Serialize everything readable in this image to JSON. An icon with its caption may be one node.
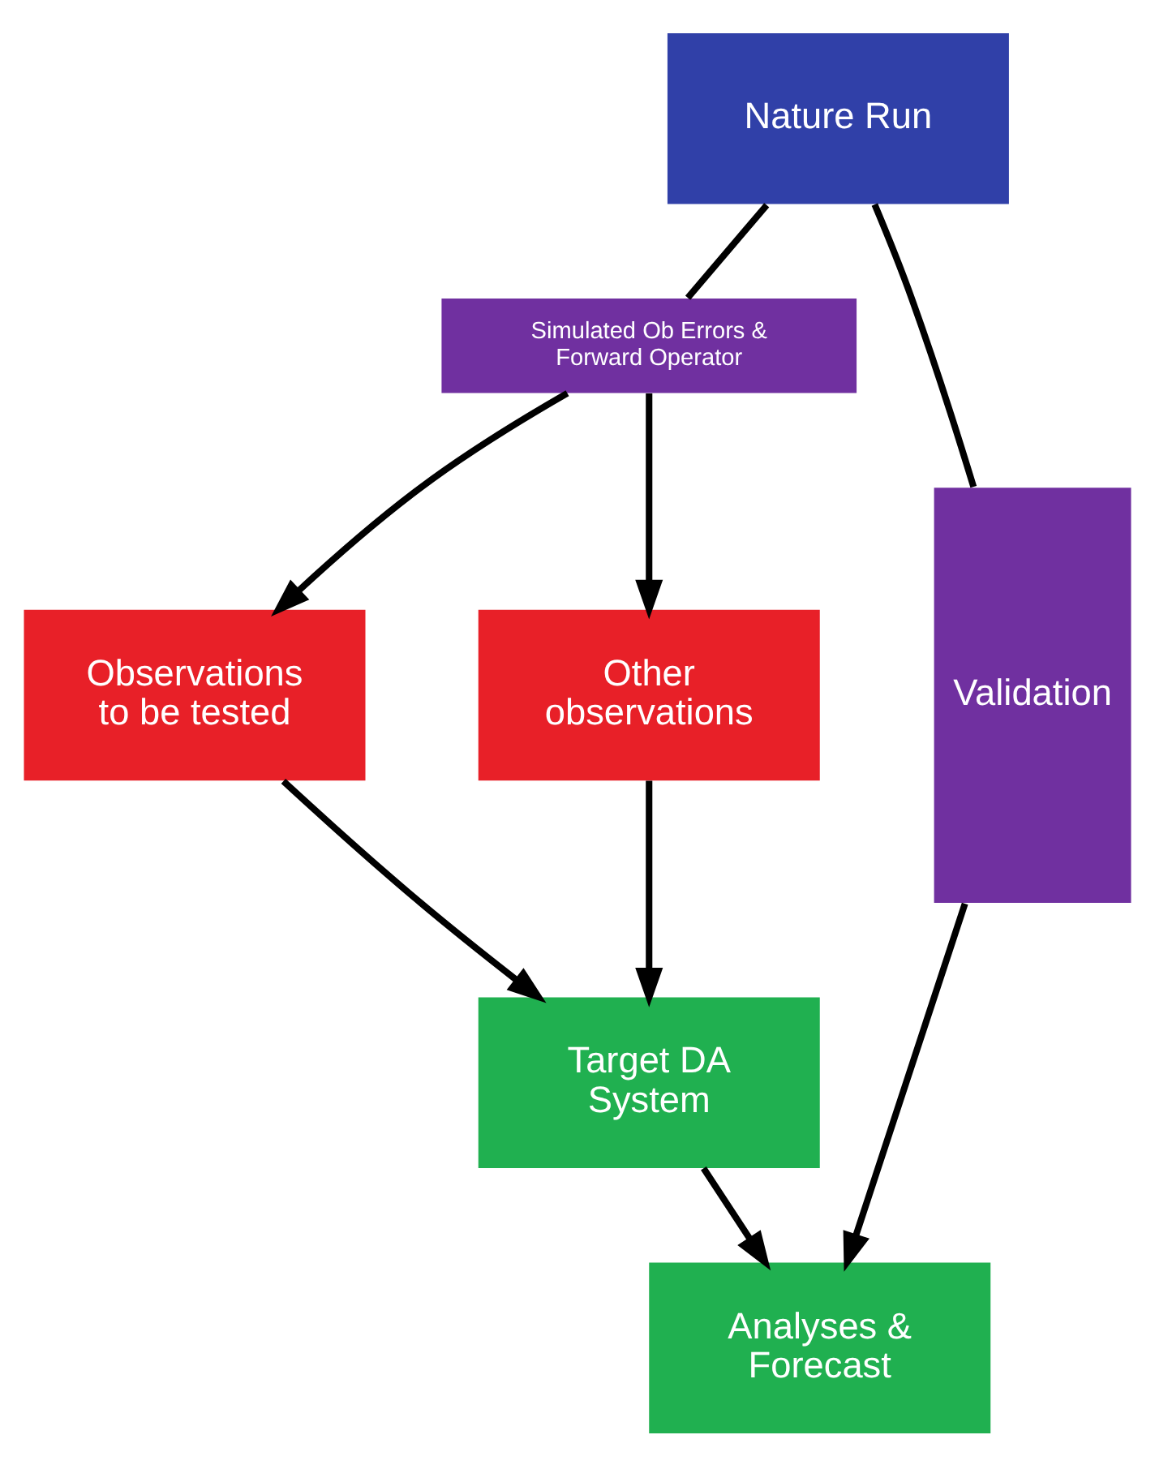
{
  "diagram": {
    "nodes": [
      {
        "text": [
          "Nature Run"
        ]
      },
      {
        "text": [
          "Simulated Ob Errors & Forward Operator"
        ]
      },
      {
        "text": [
          "Observations to be tested"
        ]
      },
      {
        "text": [
          "Other observations"
        ]
      },
      {
        "text": [
          "Target DA System"
        ]
      },
      {
        "text": [
          "Analyses & Forecast"
        ]
      },
      {
        "text": [
          "Validation"
        ]
      }
    ],
    "edges": [
      {
        "from": 0,
        "to": 1,
        "arrow": "none"
      },
      {
        "from": 1,
        "to": 2,
        "arrow": "to"
      },
      {
        "from": 1,
        "to": 3,
        "arrow": "to"
      },
      {
        "from": 2,
        "to": 4,
        "arrow": "to"
      },
      {
        "from": 3,
        "to": 4,
        "arrow": "to"
      },
      {
        "from": 4,
        "to": 5,
        "arrow": "to"
      },
      {
        "from": 0,
        "to": 6,
        "arrow": "none"
      },
      {
        "from": 6,
        "to": 5,
        "arrow": "to"
      }
    ]
  }
}
